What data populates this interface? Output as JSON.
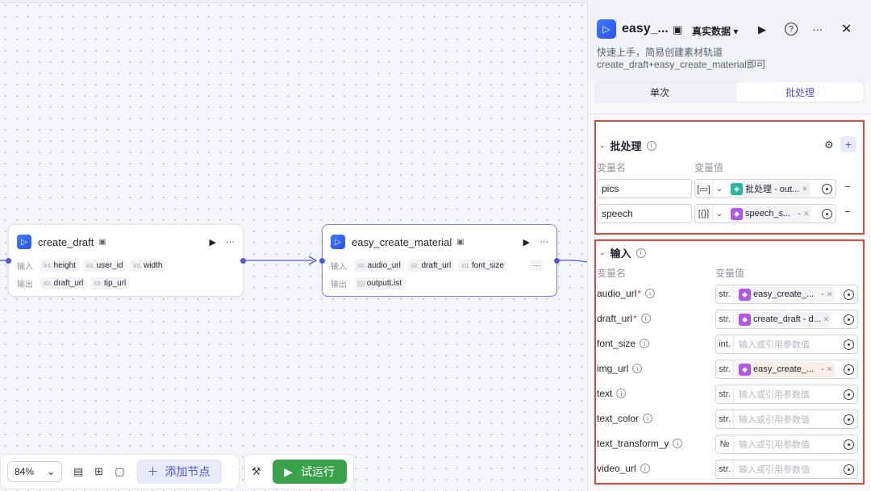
{
  "canvas": {
    "nodes": [
      {
        "title": "create_draft",
        "input_label": "输入",
        "inputs": [
          {
            "type": "int.",
            "name": "height"
          },
          {
            "type": "int.",
            "name": "user_id"
          },
          {
            "type": "int.",
            "name": "width"
          }
        ],
        "output_label": "输出",
        "outputs": [
          {
            "type": "str.",
            "name": "draft_url"
          },
          {
            "type": "str.",
            "name": "tip_url"
          }
        ]
      },
      {
        "title": "easy_create_material",
        "input_label": "输入",
        "inputs": [
          {
            "type": "str.",
            "name": "audio_url"
          },
          {
            "type": "str.",
            "name": "draft_url"
          },
          {
            "type": "int.",
            "name": "font_size"
          }
        ],
        "output_label": "输出",
        "outputs": [
          {
            "type": "[{}]",
            "name": "outputList"
          }
        ]
      }
    ]
  },
  "toolbar": {
    "zoom": "84%",
    "add_node_label": "添加节点",
    "run_label": "试运行"
  },
  "panel": {
    "title": "easy_...",
    "data_source": "真实数据",
    "description": "快速上手，简易创建素材轨道 create_draft+easy_create_material即可",
    "tabs": [
      {
        "label": "单次"
      },
      {
        "label": "批处理"
      }
    ],
    "batch": {
      "title": "批处理",
      "col_name": "变量名",
      "col_value": "变量值",
      "rows": [
        {
          "name": "pics",
          "type": "[▭]",
          "ref_label": "批处理 - out..."
        },
        {
          "name": "speech",
          "type": "[{}]",
          "ref_label": "speech_s...",
          "ref_suffix": "-"
        }
      ]
    },
    "input": {
      "title": "输入",
      "col_name": "变量名",
      "col_value": "变量值",
      "placeholder": "输入或引用参数值",
      "rows": [
        {
          "name": "audio_url",
          "type": "str.",
          "ref_label": "easy_create_...",
          "ref_suffix": "-",
          "required": "*"
        },
        {
          "name": "draft_url",
          "type": "str.",
          "ref_label": "create_draft - d...",
          "required": "*"
        },
        {
          "name": "font_size",
          "type": "int."
        },
        {
          "name": "img_url",
          "type": "str.",
          "ref_label": "easy_create_...",
          "ref_suffix": "-"
        },
        {
          "name": "text",
          "type": "str."
        },
        {
          "name": "text_color",
          "type": "str."
        },
        {
          "name": "text_transform_y",
          "type": "№"
        },
        {
          "name": "video_url",
          "type": "str."
        }
      ]
    }
  }
}
